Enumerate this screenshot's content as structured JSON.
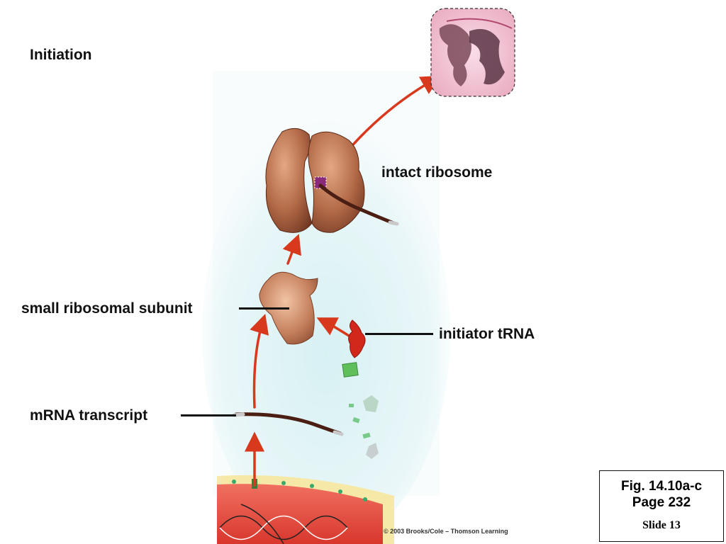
{
  "title": "Initiation",
  "labels": {
    "intact_ribosome": "intact ribosome",
    "small_ribosomal_subunit": "small ribosomal subunit",
    "initiator_trna": "initiator tRNA",
    "mrna_transcript": "mRNA transcript"
  },
  "figure_ref": {
    "line1": "Fig. 14.10a-c",
    "line2": "Page 232",
    "slide": "Slide 13"
  },
  "copyright": "© 2003 Brooks/Cole – Thomson Learning",
  "colors": {
    "arrow": "#d8391c",
    "ribosome": "#b36a47",
    "mrna": "#4a1e12",
    "trna": "#d2281c",
    "cytoplasm": "#dff3f4",
    "nucleus": "#e84a3f"
  }
}
